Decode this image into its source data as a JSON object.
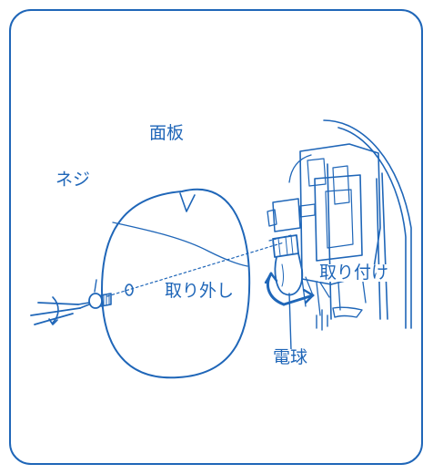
{
  "colors": {
    "line": "#1f66b8",
    "background": "#ffffff"
  },
  "labels": {
    "faceplate": "面板",
    "screw": "ネジ",
    "removal": "取り外し",
    "installation": "取り付け",
    "bulb": "電球"
  },
  "icons": [
    "screwdriver-icon",
    "rotate-arrow-icon",
    "finger-icon"
  ]
}
